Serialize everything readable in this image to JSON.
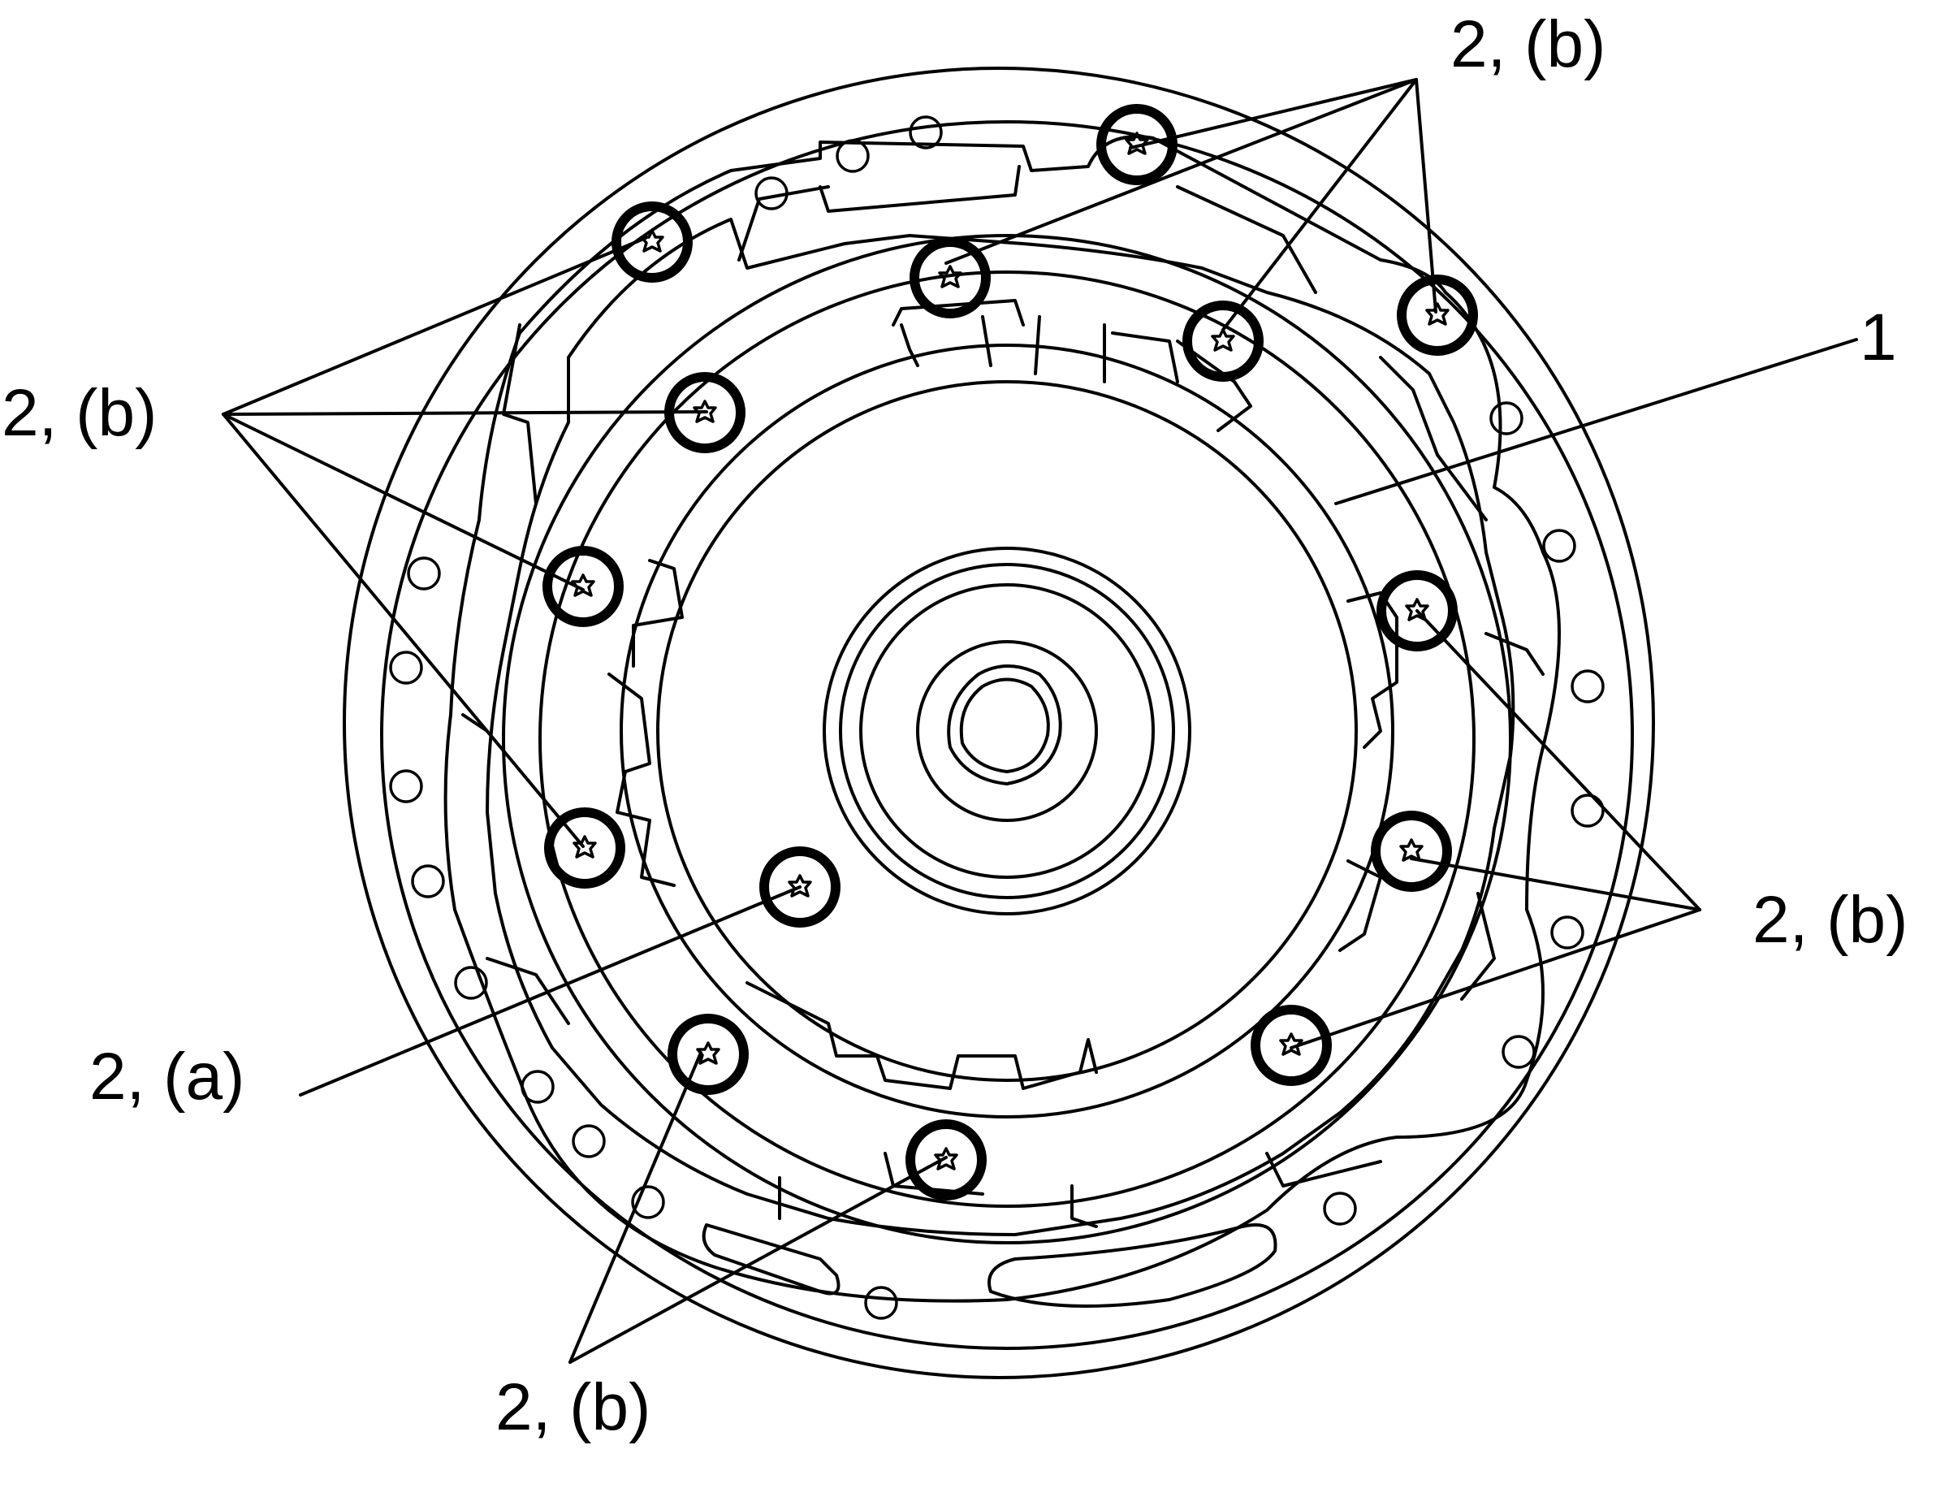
{
  "figure": {
    "part_label": "1",
    "callouts": {
      "top_right": "2, (b)",
      "left": "2, (b)",
      "right": "2, (b)",
      "bottom": "2, (b)",
      "lower_left": "2, (a)"
    },
    "colors": {
      "line": "#000000",
      "background": "#ffffff"
    },
    "bolt_icon": "torx-bolt-icon"
  }
}
